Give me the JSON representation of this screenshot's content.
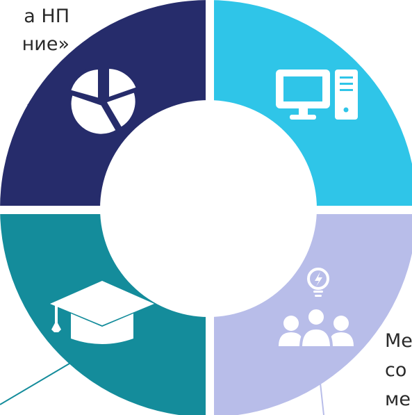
{
  "diagram": {
    "type": "ring-of-four-quadrants",
    "colors": {
      "top_left": "#262c6b",
      "top_right": "#2fc5e8",
      "bottom_right": "#b8bde9",
      "bottom_left": "#148c9b",
      "icon": "#ffffff",
      "connector_dark": "#262c6b",
      "connector_teal": "#148c9b",
      "connector_lavender": "#b8bde9"
    },
    "segments": [
      {
        "position": "top-left",
        "icon": "pie-chart-icon"
      },
      {
        "position": "top-right",
        "icon": "computer-icon"
      },
      {
        "position": "bottom-right",
        "icon": "team-idea-icon"
      },
      {
        "position": "bottom-left",
        "icon": "graduation-cap-icon"
      }
    ]
  },
  "labels": {
    "top_left": [
      "а НП",
      "ние»"
    ],
    "bottom_right": [
      "Ме",
      "со",
      "ме"
    ]
  }
}
